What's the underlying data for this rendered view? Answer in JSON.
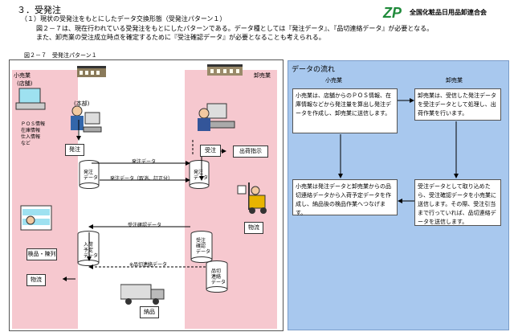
{
  "heading": "３．受発注",
  "paragraph": {
    "line1": "（１）現状の受発注をもとにしたデータ交換形態（受発注パターン１）",
    "line2": "図２－７は、現在行われている受発注をもとにしたパターンである。データ種としては『発注データ』、『品切連絡データ』が必要となる。",
    "line3": "また、卸売業の受注成立時点を確定するために『受注確認データ』が必要となることも考えられる。"
  },
  "logo": {
    "text": "全国化粧品日用品卸連合会",
    "mark": "ZP"
  },
  "figure": {
    "label": "図２－７　受発注パターン１",
    "retailer": "小売業",
    "wholesaler": "卸売業",
    "store": "(店舗)",
    "headquarters": "(本部)",
    "pos_info": [
      "ＰＯＳ情報",
      "在庫情報",
      "仕入情報",
      "など"
    ],
    "order": "発注",
    "order_data_cyl": "発注\nデータ",
    "arrow_order_data": "発注データ",
    "arrow_order_data2": "発注データ（取消、訂正分）",
    "order_data_cyl_r": "発注\nデータ",
    "receive": "受注",
    "shipping": "出荷指示",
    "logistics_r": "物流",
    "confirm_arrow": "受注確認データ",
    "confirm_cyl": "受注\n確認\nデータ",
    "arrival_cyl": "入荷\n予定\nデータ",
    "inspect": "検品・陳列",
    "logistics_l": "物流",
    "stockout_arrow": "※品切連絡データ",
    "stockout_cyl": "品切\n連絡\nデータ",
    "delivery": "納品"
  },
  "flow": {
    "title": "データの流れ",
    "retailer": "小売業",
    "wholesaler": "卸売業",
    "box1": "小売業は、店舗からのＰＯＳ情報、在庫情報などから発注量を算出し発注データを作成し、卸売業に送信します。",
    "box2": "卸売業は、受信した発注データを受注データとして処理し、出荷作業を行います。",
    "box3": "受注データとして取り込めたら、受注確認データを小売業に送信します。その際、受注引当まで行っていれば、品切連絡データを送信します。",
    "box4": "小売業は発注データと卸売業からの品切連絡データから入荷予定データを作成し、納品後の検品作業へつなげます。"
  },
  "colors": {
    "zone": "#f6c8cf",
    "flow_bg": "#a8c8ee",
    "accent_green": "#1f8a3a"
  }
}
